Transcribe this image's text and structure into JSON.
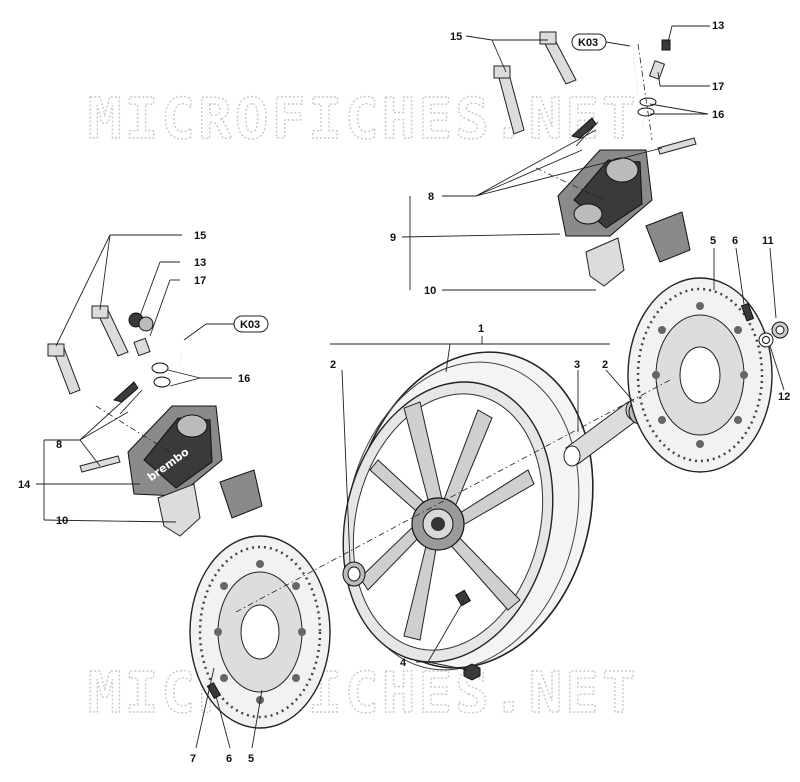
{
  "watermarks": [
    "MICROFICHES.NET",
    "MICROFICHES.NET"
  ],
  "references": {
    "k03_top": "K03",
    "k03_left": "K03"
  },
  "callouts": {
    "c1": "1",
    "c2a": "2",
    "c2b": "2",
    "c3": "3",
    "c4": "4",
    "c5a": "5",
    "c5b": "5",
    "c6a": "6",
    "c6b": "6",
    "c7": "7",
    "c8a": "8",
    "c8b": "8",
    "c9": "9",
    "c10a": "10",
    "c10b": "10",
    "c11": "11",
    "c12": "12",
    "c13a": "13",
    "c13b": "13",
    "c14": "14",
    "c15a": "15",
    "c15b": "15",
    "c16a": "16",
    "c16b": "16",
    "c17a": "17",
    "c17b": "17"
  },
  "caliper_brand": "brembo"
}
